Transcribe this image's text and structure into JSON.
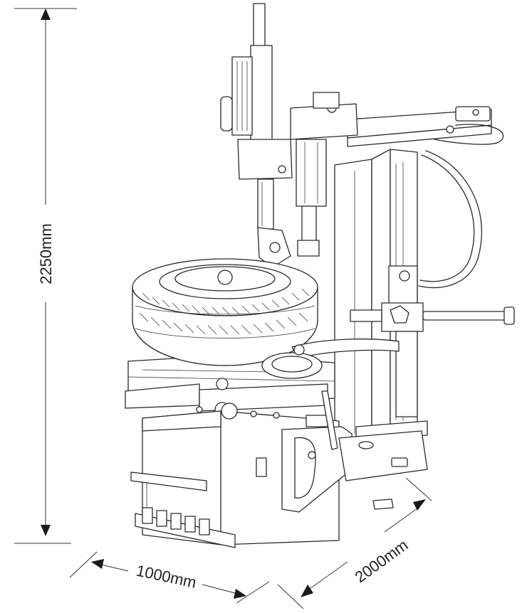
{
  "dimensions": {
    "height": "2250mm",
    "width": "1000mm",
    "depth": "2000mm"
  },
  "colors": {
    "line": "#2a2a2a",
    "background": "#ffffff"
  }
}
